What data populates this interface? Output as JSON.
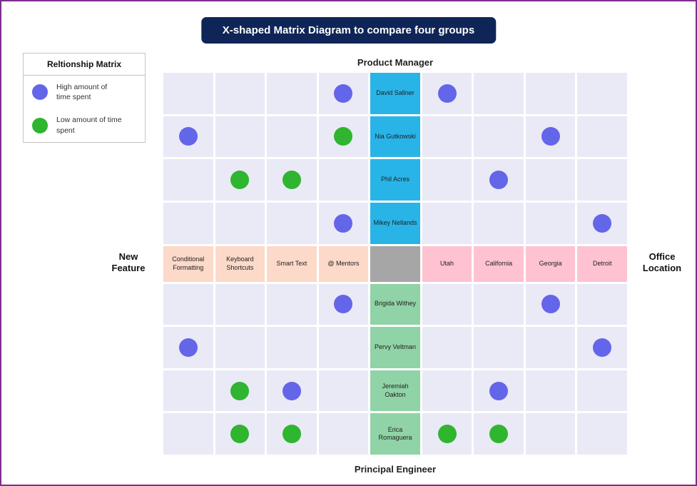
{
  "title": "X-shaped Matrix Diagram to compare four groups",
  "legend": {
    "title": "Reltionship Matrix",
    "items": [
      {
        "type": "high",
        "label": "High amount of time spent"
      },
      {
        "type": "low",
        "label": "Low amount of time spent"
      }
    ]
  },
  "axes": {
    "top": "Product Manager",
    "bottom": "Principal Engineer",
    "left": "New Feature",
    "right": "Office Location"
  },
  "groups": {
    "managers": [
      "David Sallner",
      "Nia Gutkowski",
      "Phil Acres",
      "Mikey Nellands"
    ],
    "features": [
      "Conditional Formatting",
      "Keyboard Shortcuts",
      "Smart Text",
      "@ Mentors"
    ],
    "locations": [
      "Utah",
      "California",
      "Georgia",
      "Detroit"
    ],
    "engineers": [
      "Brigida Withey",
      "Pervy Veltman",
      "Jeremiah Oakton",
      "Erica Romaguera"
    ]
  },
  "dots": [
    {
      "row": 0,
      "col": 3,
      "type": "high"
    },
    {
      "row": 0,
      "col": 5,
      "type": "high"
    },
    {
      "row": 1,
      "col": 0,
      "type": "high"
    },
    {
      "row": 1,
      "col": 3,
      "type": "low"
    },
    {
      "row": 1,
      "col": 7,
      "type": "high"
    },
    {
      "row": 2,
      "col": 1,
      "type": "low"
    },
    {
      "row": 2,
      "col": 2,
      "type": "low"
    },
    {
      "row": 2,
      "col": 6,
      "type": "high"
    },
    {
      "row": 3,
      "col": 3,
      "type": "high"
    },
    {
      "row": 3,
      "col": 8,
      "type": "high"
    },
    {
      "row": 5,
      "col": 3,
      "type": "high"
    },
    {
      "row": 5,
      "col": 7,
      "type": "high"
    },
    {
      "row": 6,
      "col": 0,
      "type": "high"
    },
    {
      "row": 6,
      "col": 8,
      "type": "high"
    },
    {
      "row": 7,
      "col": 1,
      "type": "low"
    },
    {
      "row": 7,
      "col": 2,
      "type": "high"
    },
    {
      "row": 7,
      "col": 6,
      "type": "high"
    },
    {
      "row": 8,
      "col": 1,
      "type": "low"
    },
    {
      "row": 8,
      "col": 2,
      "type": "low"
    },
    {
      "row": 8,
      "col": 5,
      "type": "low"
    },
    {
      "row": 8,
      "col": 6,
      "type": "low"
    }
  ],
  "colors": {
    "title_bg": "#0f2557",
    "high": "#6366e8",
    "low": "#2fb52f",
    "manager_bg": "#29b4e8",
    "engineer_bg": "#90d3a6",
    "feature_bg": "#fcd9c8",
    "location_bg": "#ffc2d1",
    "center_bg": "#a6a6a6",
    "cell_bg": "#eae9f6",
    "page_border": "#7d2e8d"
  }
}
